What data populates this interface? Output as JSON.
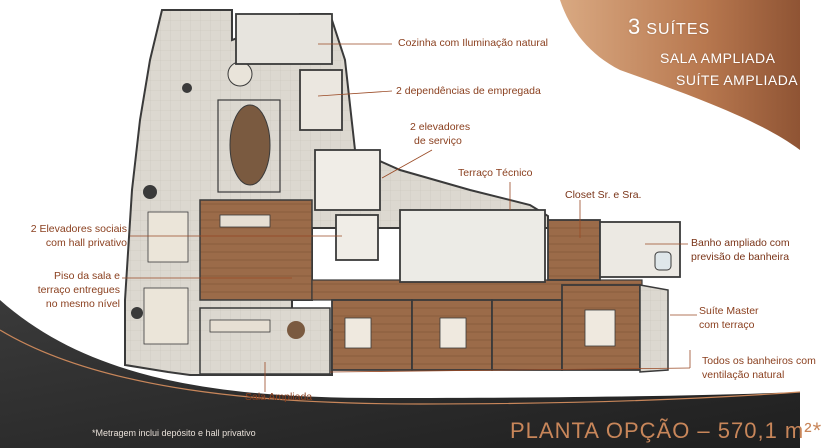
{
  "header": {
    "line1_num": "3",
    "line1_word": "SUÍTES",
    "line2": "SALA AMPLIADA",
    "line3": "SUÍTE AMPLIADA"
  },
  "labels": {
    "cozinha": "Cozinha com Iluminação natural",
    "dependencias": "2 dependências de empregada",
    "elev_servico_1": "2  elevadores",
    "elev_servico_2": "de serviço",
    "terraco_tecnico": "Terraço Técnico",
    "closet": "Closet Sr. e Sra.",
    "banho_1": "Banho ampliado com",
    "banho_2": "previsão de banheira",
    "elev_sociais_1": "2 Elevadores sociais",
    "elev_sociais_2": "com hall privativo",
    "piso_1": "Piso da sala e",
    "piso_2": "terraço entregues",
    "piso_3": "no mesmo nível",
    "suite_master_1": "Suíte Master",
    "suite_master_2": "com terraço",
    "banheiros_1": "Todos os banheiros com",
    "banheiros_2": "ventilação natural",
    "sala_ampliada": "Sala Ampliada"
  },
  "footer": {
    "note": "*Metragem inclui depósito e hall privativo",
    "title": "PLANTA OPÇÃO – 570,1 m²*"
  },
  "colors": {
    "accent_brown": "#8a3f1e",
    "header_band": "#b87a55",
    "dark_corner": "#2b2b2b",
    "wood_floor": "#9a6a4a",
    "terrace": "#d9d6cf",
    "wall": "#3a3a3a"
  }
}
